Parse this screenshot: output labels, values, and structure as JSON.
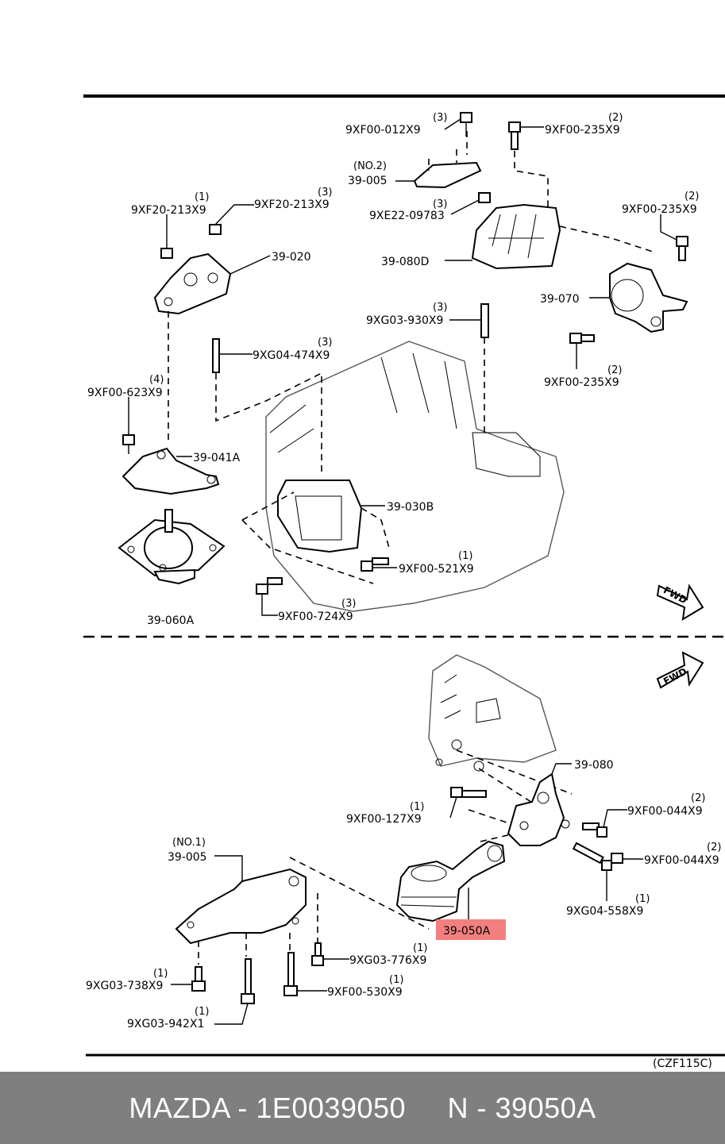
{
  "labels": {
    "q_012": "(3)",
    "p_012": "9XF00-012X9",
    "q_235a": "(2)",
    "p_235a": "9XF00-235X9",
    "n_005b": "(NO.2)",
    "p_005b": "39-005",
    "q_097": "(3)",
    "p_097": "9XE22-09783",
    "q_213a": "(1)",
    "p_213a": "9XF20-213X9",
    "q_213b": "(3)",
    "p_213b": "9XF20-213X9",
    "q_235b": "(2)",
    "p_235b": "9XF00-235X9",
    "p_020": "39-020",
    "p_080d": "39-080D",
    "p_070": "39-070",
    "q_930": "(3)",
    "p_930": "9XG03-930X9",
    "q_474": "(3)",
    "p_474": "9XG04-474X9",
    "q_235c": "(2)",
    "p_235c": "9XF00-235X9",
    "q_623": "(4)",
    "p_623": "9XF00-623X9",
    "p_041a": "39-041A",
    "p_030b": "39-030B",
    "q_521": "(1)",
    "p_521": "9XF00-521X9",
    "fwd_top": "FWD",
    "p_060a": "39-060A",
    "q_724": "(3)",
    "p_724": "9XF00-724X9",
    "fwd_bottom": "FWD",
    "p_080": "39-080",
    "q_127": "(1)",
    "p_127": "9XF00-127X9",
    "q_044a": "(2)",
    "p_044a": "9XF00-044X9",
    "n_005a": "(NO.1)",
    "p_005a": "39-005",
    "q_044b": "(2)",
    "p_044b": "9XF00-044X9",
    "q_558": "(1)",
    "p_558": "9XG04-558X9",
    "p_050a": "39-050A",
    "q_776": "(1)",
    "p_776": "9XG03-776X9",
    "q_738": "(1)",
    "p_738": "9XG03-738X9",
    "q_530": "(1)",
    "p_530": "9XF00-530X9",
    "q_942": "(1)",
    "p_942": "9XG03-942X1",
    "code": "(CZF115C)"
  },
  "highlight_color": "#f47f7f",
  "footer": {
    "text": "MAZDA - 1E0039050     N - 39050A"
  }
}
